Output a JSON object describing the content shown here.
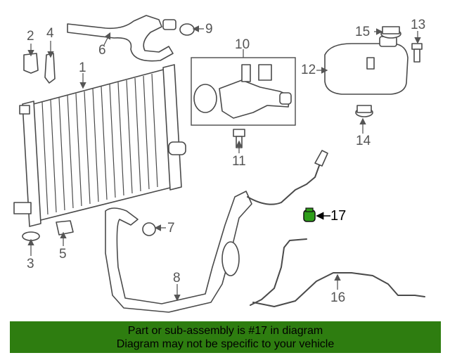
{
  "callouts": {
    "n1": "1",
    "n2": "2",
    "n3": "3",
    "n4": "4",
    "n5": "5",
    "n6": "6",
    "n7": "7",
    "n8": "8",
    "n9": "9",
    "n10": "10",
    "n11": "11",
    "n12": "12",
    "n13": "13",
    "n14": "14",
    "n15": "15",
    "n16": "16",
    "n17": "17"
  },
  "highlight": {
    "part_number": "17",
    "color": "#2e7d10"
  },
  "banner": {
    "line1": "Part or sub-assembly is #17 in diagram",
    "line2": "Diagram may not be specific to your vehicle",
    "background": "#2e7d10"
  }
}
